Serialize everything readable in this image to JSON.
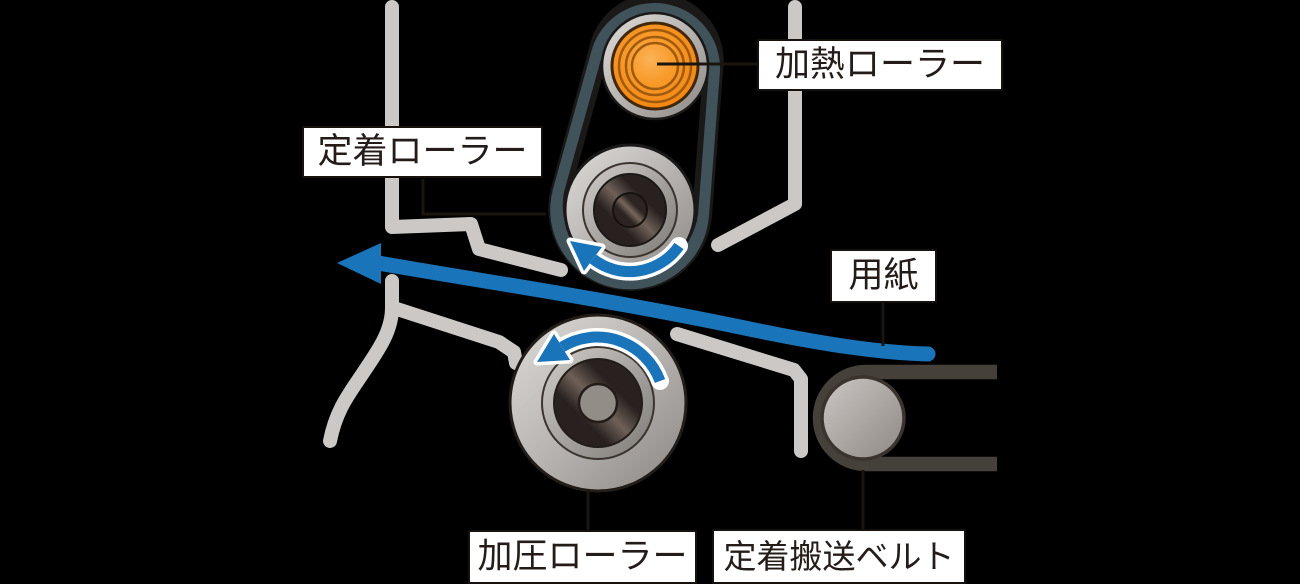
{
  "labels": {
    "heating_roller": "加熱ローラー",
    "fixing_roller": "定着ローラー",
    "paper": "用紙",
    "pressure_roller": "加圧ローラー",
    "fixing_transport_belt": "定着搬送ベルト"
  },
  "colors": {
    "background": "#000000",
    "paper_path_blue": "#1a74ba",
    "guide_gray": "#cbc8c5",
    "fuser_belt_teal": "#40535a",
    "fuser_belt_outline": "#1b1918",
    "transport_belt_dark": "#46403b",
    "heating_roller_orange": "#f28410",
    "label_background": "#ffffff",
    "label_border": "#16110d",
    "label_text": "#241c18",
    "leader_line": "#1b1510"
  }
}
